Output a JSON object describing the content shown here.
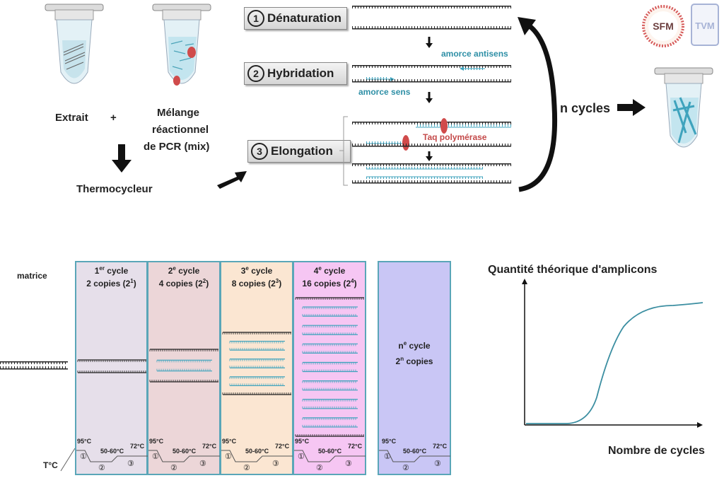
{
  "top": {
    "extrait": "Extrait",
    "plus": "+",
    "melange": [
      "Mélange",
      "réactionnel",
      "de PCR (mix)"
    ],
    "thermocycleur": "Thermocycleur",
    "steps": [
      {
        "num": "1",
        "label": "Dénaturation"
      },
      {
        "num": "2",
        "label": "Hybridation"
      },
      {
        "num": "3",
        "label": "Elongation"
      }
    ],
    "amorce_antisens": "amorce antisens",
    "amorce_sens": "amorce sens",
    "taq": "Taq polymérase",
    "n_cycles": "n cycles",
    "logo_sfm": "SFM",
    "logo_tvm": "TVM"
  },
  "bottom": {
    "matrice": "matrice",
    "tc": "T°C",
    "cycles": [
      {
        "line1": "1er cycle",
        "ord": "1",
        "sup": "er",
        "word": "cycle",
        "copies": "2 copies (2",
        "exp": "1",
        "close": ")"
      },
      {
        "line1": "2e cycle",
        "ord": "2",
        "sup": "e",
        "word": "cycle",
        "copies": "4 copies (2",
        "exp": "2",
        "close": ")"
      },
      {
        "line1": "3e cycle",
        "ord": "3",
        "sup": "e",
        "word": "cycle",
        "copies": "8 copies (2",
        "exp": "3",
        "close": ")"
      },
      {
        "line1": "4e cycle",
        "ord": "4",
        "sup": "e",
        "word": "cycle",
        "copies": "16 copies (2",
        "exp": "4",
        "close": ")"
      }
    ],
    "ncycle": {
      "ord": "n",
      "sup": "e",
      "word": "cycle",
      "copies_base": "2",
      "copies_exp": "n",
      "copies_word": "copies"
    },
    "temps": {
      "t1": "95°C",
      "t2": "50-60°C",
      "t3": "72°C",
      "c1": "①",
      "c2": "②",
      "c3": "③"
    },
    "colors": [
      "#e6dfea",
      "#ecd6d8",
      "#fbe6d2",
      "#f6c6f3",
      "#c9c6f5"
    ]
  },
  "graph": {
    "title": "Quantité théorique d'amplicons",
    "xlabel": "Nombre de cycles"
  }
}
